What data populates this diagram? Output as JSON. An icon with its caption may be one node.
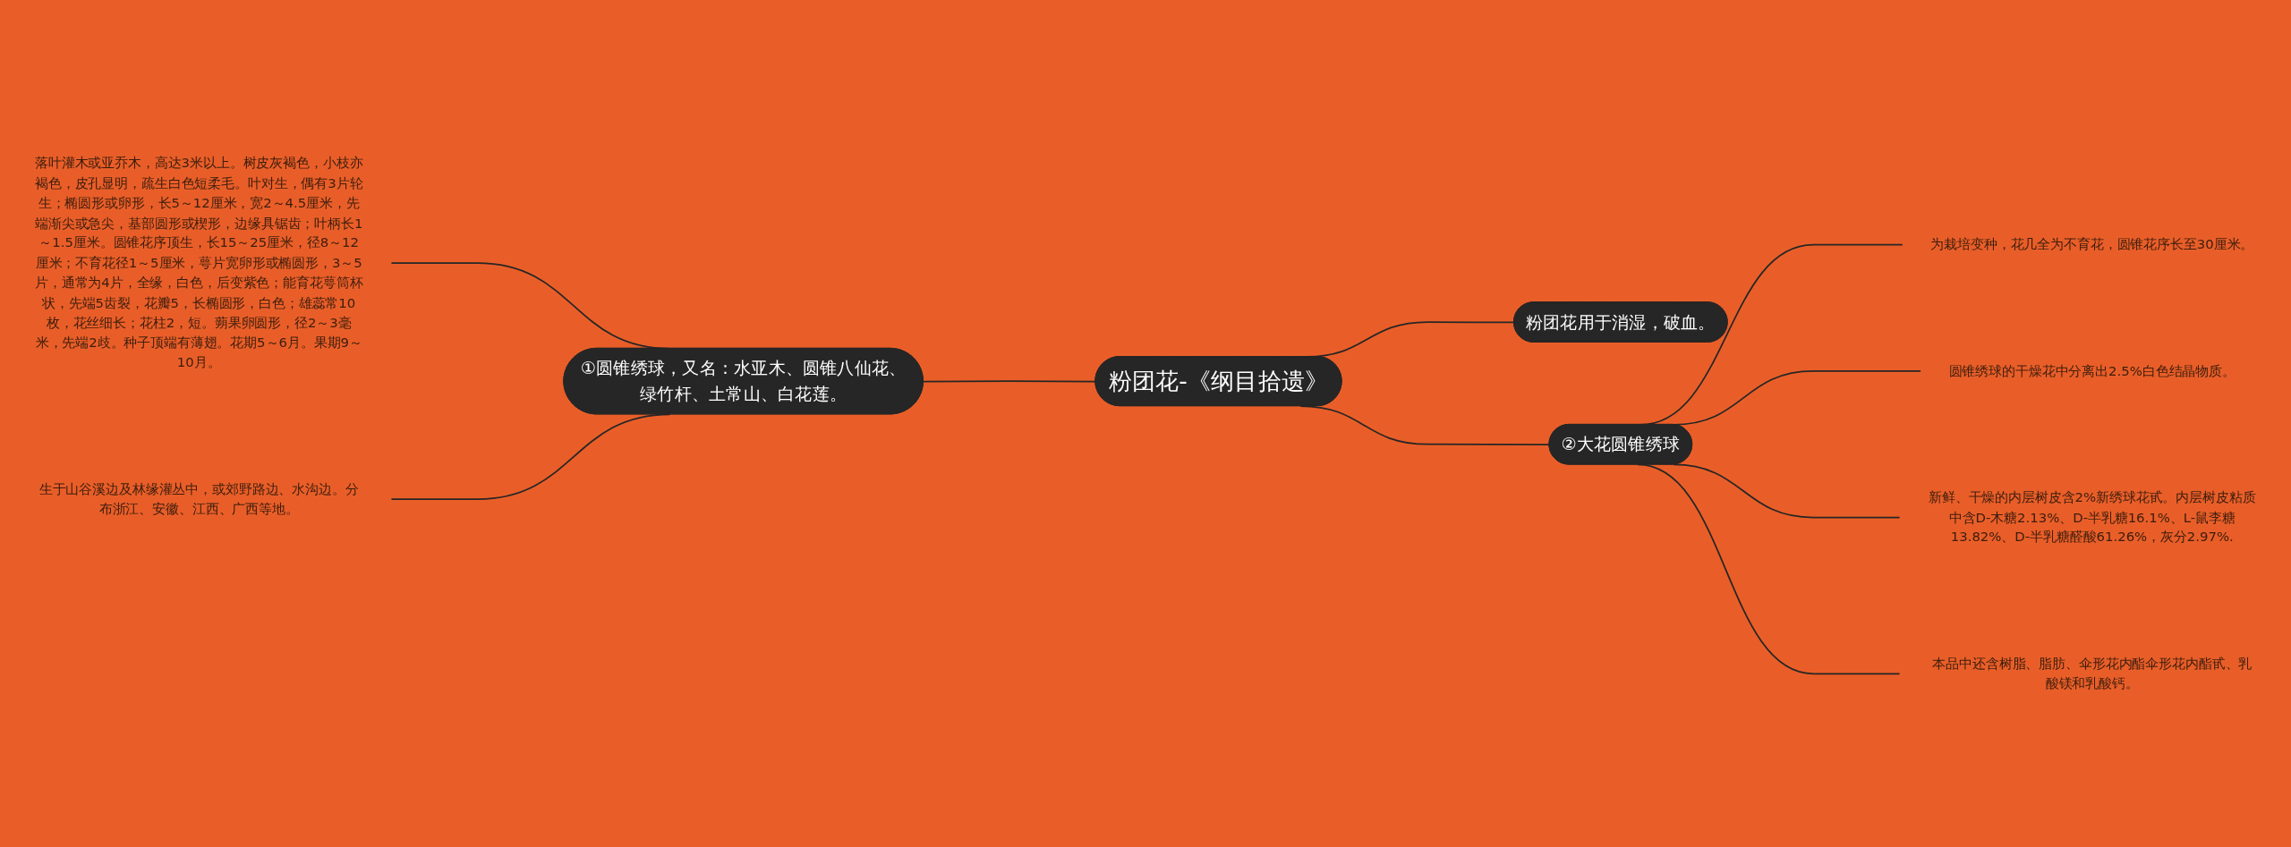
{
  "diagram": {
    "nodes": [
      {
        "text": [
          "粉团花-《纲目拾遗》"
        ]
      },
      {
        "text": [
          "①圆锥绣球，又名：水亚木、圆锥八仙花、绿竹杆、土常山、白花莲。"
        ]
      },
      {
        "text": [
          "落叶灌木或亚乔木，高达3米以上。树皮灰褐色，小枝亦褐色，皮孔显明，疏生白色短柔毛。叶对生，偶有3片轮生；椭圆形或卵形，长5～12厘米，宽2～4.5厘米，先端渐尖或急尖，基部圆形或楔形，边缘具锯齿；叶柄长1～1.5厘米。圆锥花序顶生，长15～25厘米，径8～12厘米；不育花径1～5厘米，萼片宽卵形或椭圆形，3～5片，通常为4片，全缘，白色，后变紫色；能育花萼筒杯状，先端5齿裂，花瓣5，长椭圆形，白色；雄蕊常10枚，花丝细长；花柱2，短。蒴果卵圆形，径2～3毫米，先端2歧。种子顶端有薄翅。花期5～6月。果期9～10月。"
        ]
      },
      {
        "text": [
          "生于山谷溪边及林缘灌丛中，或郊野路边、水沟边。分布浙江、安徽、江西、广西等地。"
        ]
      },
      {
        "text": [
          "粉团花用于消湿，破血。"
        ]
      },
      {
        "text": [
          "②大花圆锥绣球"
        ]
      },
      {
        "text": [
          "为栽培变种，花几全为不育花，圆锥花序长至30厘米。"
        ]
      },
      {
        "text": [
          "圆锥绣球的干燥花中分离出2.5%白色结晶物质。"
        ]
      },
      {
        "text": [
          "新鲜、干燥的内层树皮含2%新绣球花甙。内层树皮粘质中含D-木糖2.13%、D-半乳糖16.1%、L-鼠李糖13.82%、D-半乳糖醛酸61.26%，灰分2.97%."
        ]
      },
      {
        "text": [
          "本品中还含树脂、脂肪、伞形花内酯伞形花内酯甙、乳酸镁和乳酸钙。"
        ]
      }
    ],
    "edges": [
      {
        "from": 2,
        "to": 1,
        "arrow": "none"
      },
      {
        "from": 3,
        "to": 1,
        "arrow": "none"
      },
      {
        "from": 1,
        "to": 0,
        "arrow": "none"
      },
      {
        "from": 0,
        "to": 4,
        "arrow": "none"
      },
      {
        "from": 0,
        "to": 5,
        "arrow": "none"
      },
      {
        "from": 5,
        "to": 6,
        "arrow": "none"
      },
      {
        "from": 5,
        "to": 7,
        "arrow": "none"
      },
      {
        "from": 5,
        "to": 8,
        "arrow": "none"
      },
      {
        "from": 5,
        "to": 9,
        "arrow": "none"
      }
    ]
  }
}
